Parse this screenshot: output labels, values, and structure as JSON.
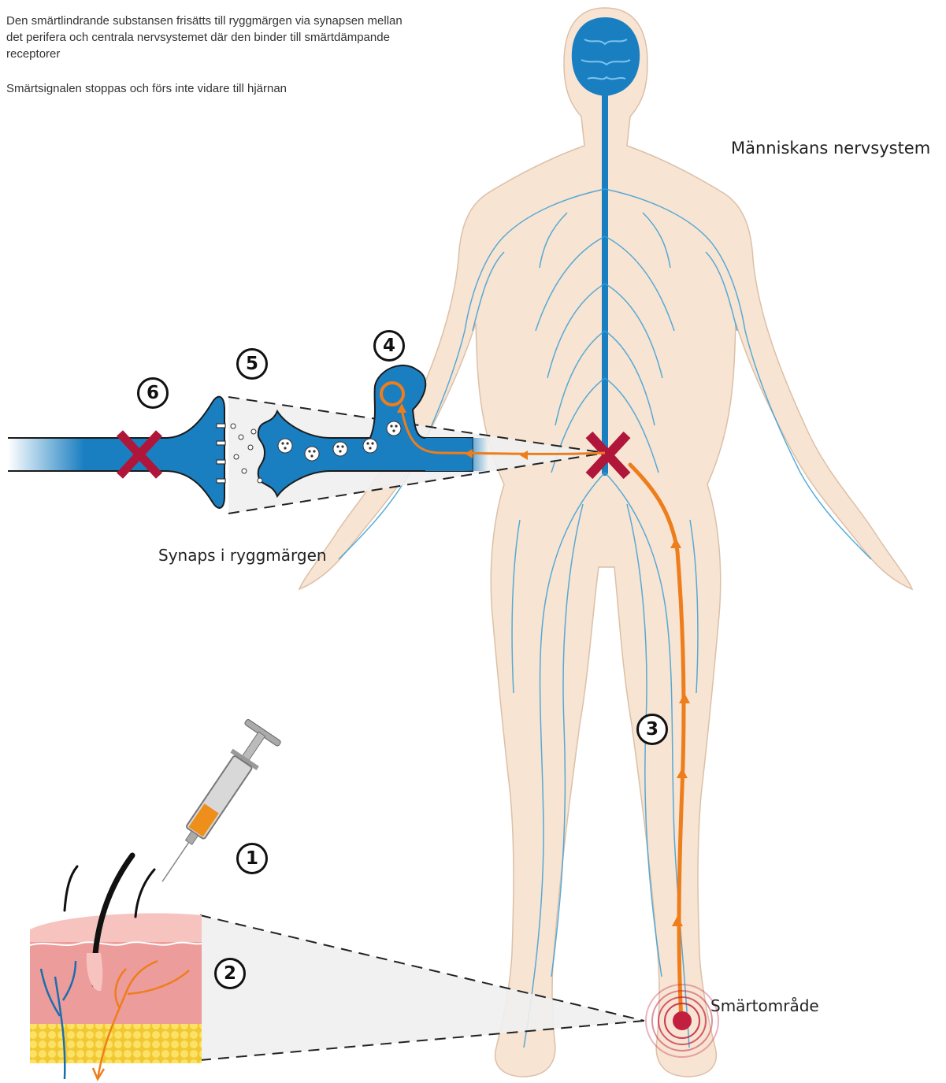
{
  "text": {
    "description_1": "Den smärtlindrande substansen frisätts till ryggmärgen via synapsen mellan det perifera och centrala nervsystemet där den binder till smärtdämpande receptorer",
    "description_2": "Smärtsignalen stoppas och förs inte vidare till hjärnan",
    "body_label": "Människans nervsystem",
    "synapse_label": "Synaps i ryggmärgen",
    "pain_label": "Smärtområde"
  },
  "steps": [
    "1",
    "2",
    "3",
    "4",
    "5",
    "6"
  ],
  "colors": {
    "nerve_blue": "#1a7fc1",
    "signal_orange": "#ee7d1b",
    "block_red": "#b0163a",
    "skin_body": "#f6e2d0",
    "skin_layer_pink": "#eea6a6",
    "fat_yellow": "#f5d343"
  }
}
